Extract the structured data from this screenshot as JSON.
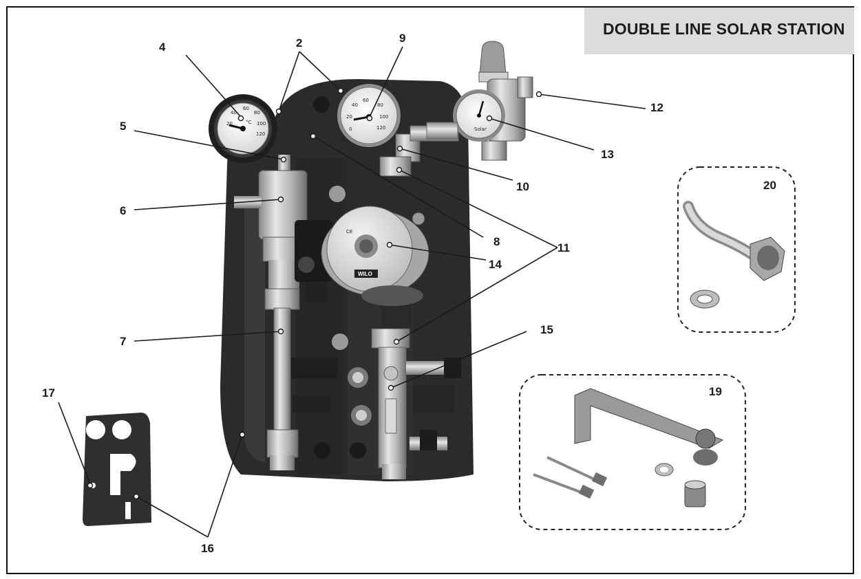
{
  "title": "DOUBLE LINE SOLAR STATION",
  "callouts": {
    "c2": "2",
    "c4": "4",
    "c5": "5",
    "c6": "6",
    "c7": "7",
    "c8": "8",
    "c9": "9",
    "c10": "10",
    "c11": "11",
    "c12": "12",
    "c13": "13",
    "c14": "14",
    "c15": "15",
    "c16": "16",
    "c17": "17",
    "c19": "19",
    "c20": "20"
  },
  "gauges": {
    "left_ticks": [
      "20",
      "40",
      "60",
      "80",
      "100",
      "120"
    ],
    "left_unit": "°C",
    "center_ticks": [
      "0",
      "20",
      "40",
      "60",
      "80",
      "100",
      "120"
    ],
    "right_label": "Solar"
  },
  "pump": {
    "brand": "WILO",
    "mark": "CE"
  },
  "colors": {
    "frame": "#111111",
    "title_bg": "#dcdcdc",
    "insulation": "#2b2b2b",
    "metal": "#b9b9b9"
  }
}
